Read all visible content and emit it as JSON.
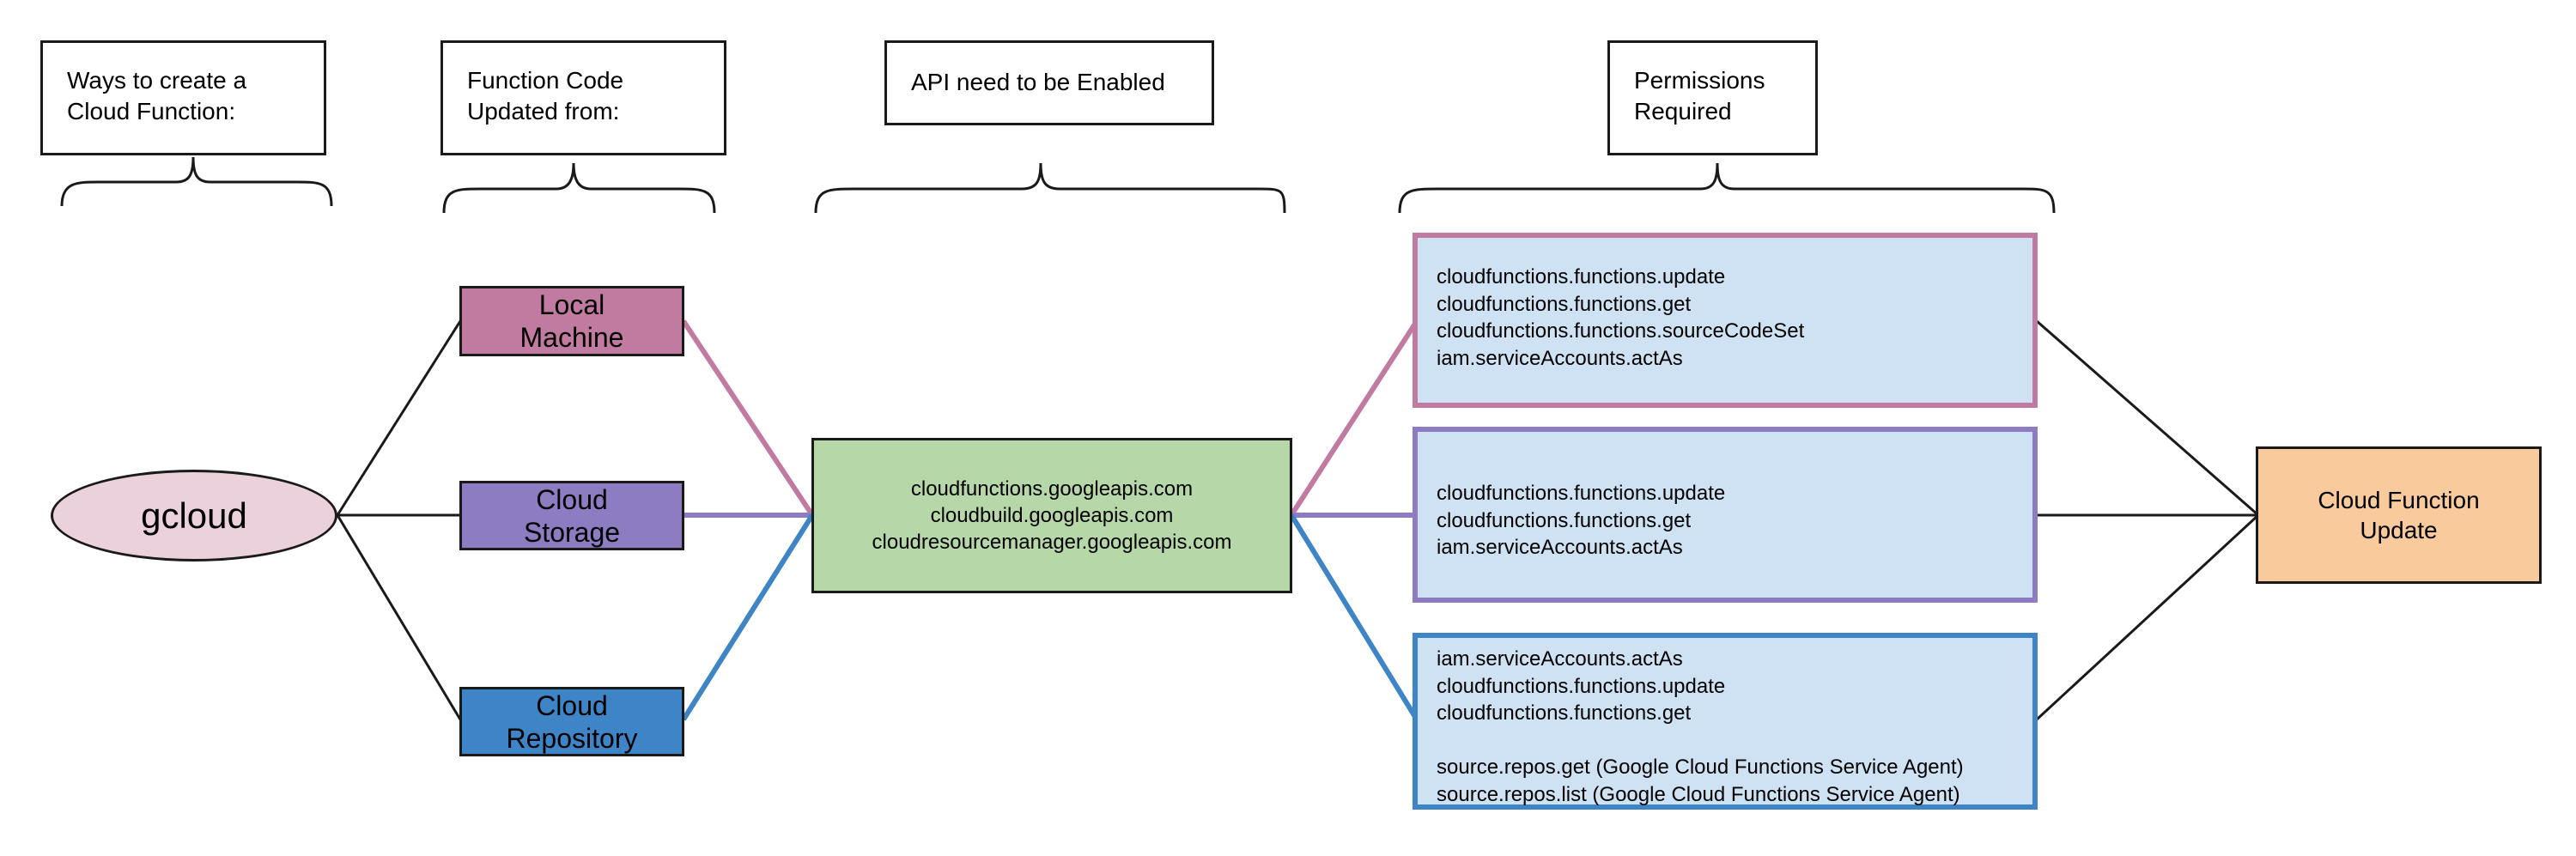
{
  "colors": {
    "local": "#c27ba0",
    "storage": "#8e7cc3",
    "repository": "#3d85c6",
    "gcloud_fill": "#ead1dc",
    "api_fill": "#b6d7a8",
    "permissions_fill": "#cfe2f3",
    "final_fill": "#f9cb9c",
    "line": "#1a1a1a"
  },
  "headers": {
    "ways": "Ways to create a\nCloud Function:",
    "code": "Function Code\nUpdated from:",
    "api": "API need to be Enabled",
    "permissions": "Permissions\nRequired"
  },
  "gcloud": {
    "label": "gcloud"
  },
  "sources": {
    "local": "Local\nMachine",
    "storage": "Cloud\nStorage",
    "repository": "Cloud\nRepository"
  },
  "apis": {
    "text": "cloudfunctions.googleapis.com\ncloudbuild.googleapis.com\ncloudresourcemanager.googleapis.com"
  },
  "permissions": {
    "local": "cloudfunctions.functions.update\ncloudfunctions.functions.get\ncloudfunctions.functions.sourceCodeSet\niam.serviceAccounts.actAs",
    "storage": "cloudfunctions.functions.update\ncloudfunctions.functions.get\niam.serviceAccounts.actAs",
    "repository": "iam.serviceAccounts.actAs\ncloudfunctions.functions.update\ncloudfunctions.functions.get\n\nsource.repos.get (Google Cloud Functions Service Agent)\nsource.repos.list (Google Cloud Functions Service Agent)"
  },
  "result": {
    "label": "Cloud Function\nUpdate"
  }
}
